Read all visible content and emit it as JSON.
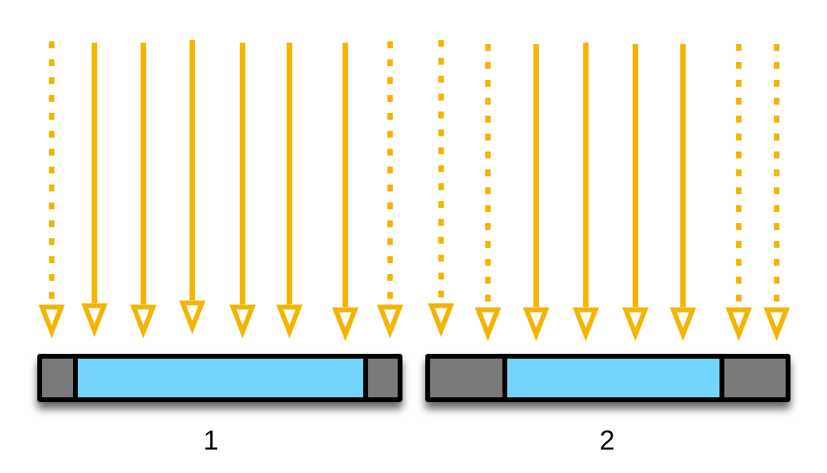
{
  "colors": {
    "arrow": "#F5B400",
    "bar_fill": "#73D4FE",
    "bar_cap": "#7A7A7A",
    "outline": "#000000"
  },
  "arrows": [
    {
      "style": "dashed"
    },
    {
      "style": "solid"
    },
    {
      "style": "solid"
    },
    {
      "style": "solid"
    },
    {
      "style": "solid"
    },
    {
      "style": "solid"
    },
    {
      "style": "solid"
    },
    {
      "style": "dashed"
    },
    {
      "style": "dashed"
    },
    {
      "style": "dashed"
    },
    {
      "style": "solid"
    },
    {
      "style": "solid"
    },
    {
      "style": "solid"
    },
    {
      "style": "solid"
    },
    {
      "style": "dashed"
    },
    {
      "style": "dashed"
    }
  ],
  "bars": [
    {
      "label": "1"
    },
    {
      "label": "2"
    }
  ]
}
